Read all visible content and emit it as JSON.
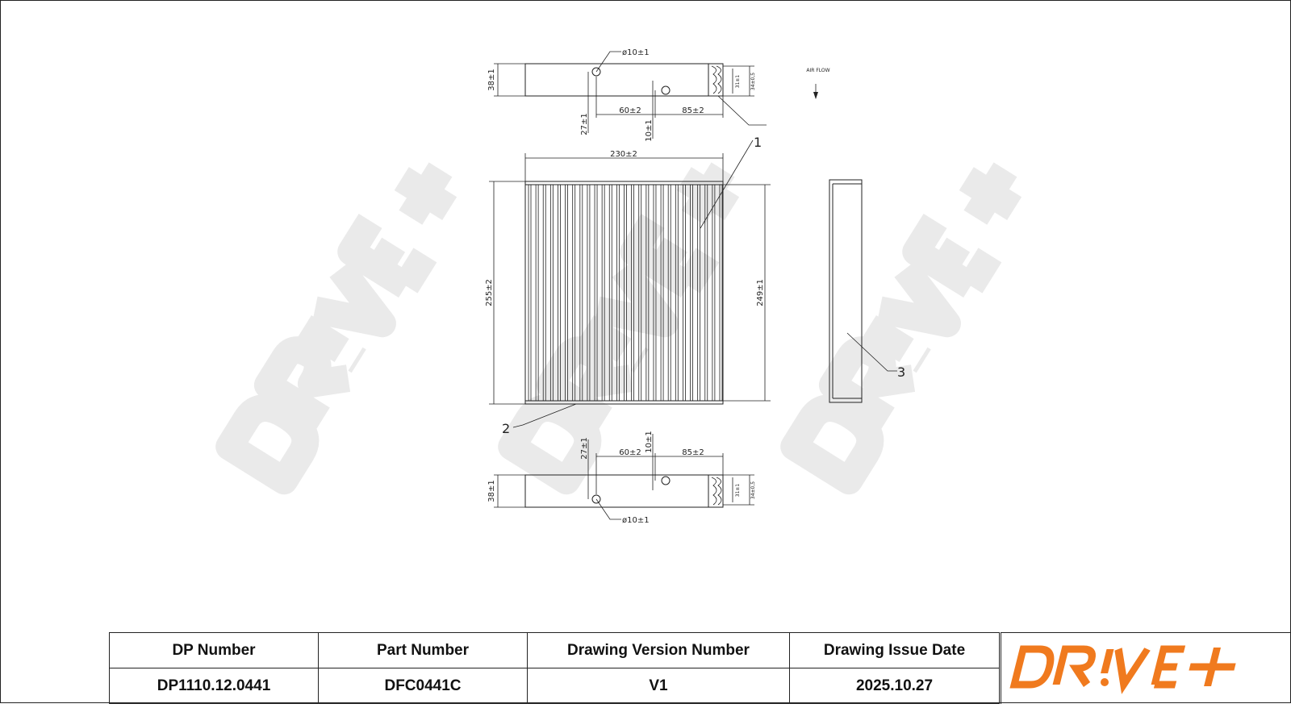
{
  "drawing": {
    "air_flow_label": "AIR FLOW",
    "callouts": [
      "1",
      "2",
      "3"
    ],
    "dimensions": {
      "hole_diameter": "ø10±1",
      "height_38": "38±1",
      "dist_60": "60±2",
      "dist_85": "85±2",
      "dist_27": "27±1",
      "dist_10": "10±1",
      "dist_31": "31±1",
      "dist_34": "34±0,5",
      "width_230": "230±2",
      "length_255": "255±2",
      "length_249": "249±1"
    },
    "pleat_count": 26
  },
  "title_block": {
    "headers": [
      "DP Number",
      "Part Number",
      "Drawing Version Number",
      "Drawing Issue Date"
    ],
    "values": [
      "DP1110.12.0441",
      "DFC0441C",
      "V1",
      "2025.10.27"
    ],
    "logo_text": "DR!VE+",
    "brand_color": "#f07a1e"
  },
  "watermark_text": "DR!VE+"
}
